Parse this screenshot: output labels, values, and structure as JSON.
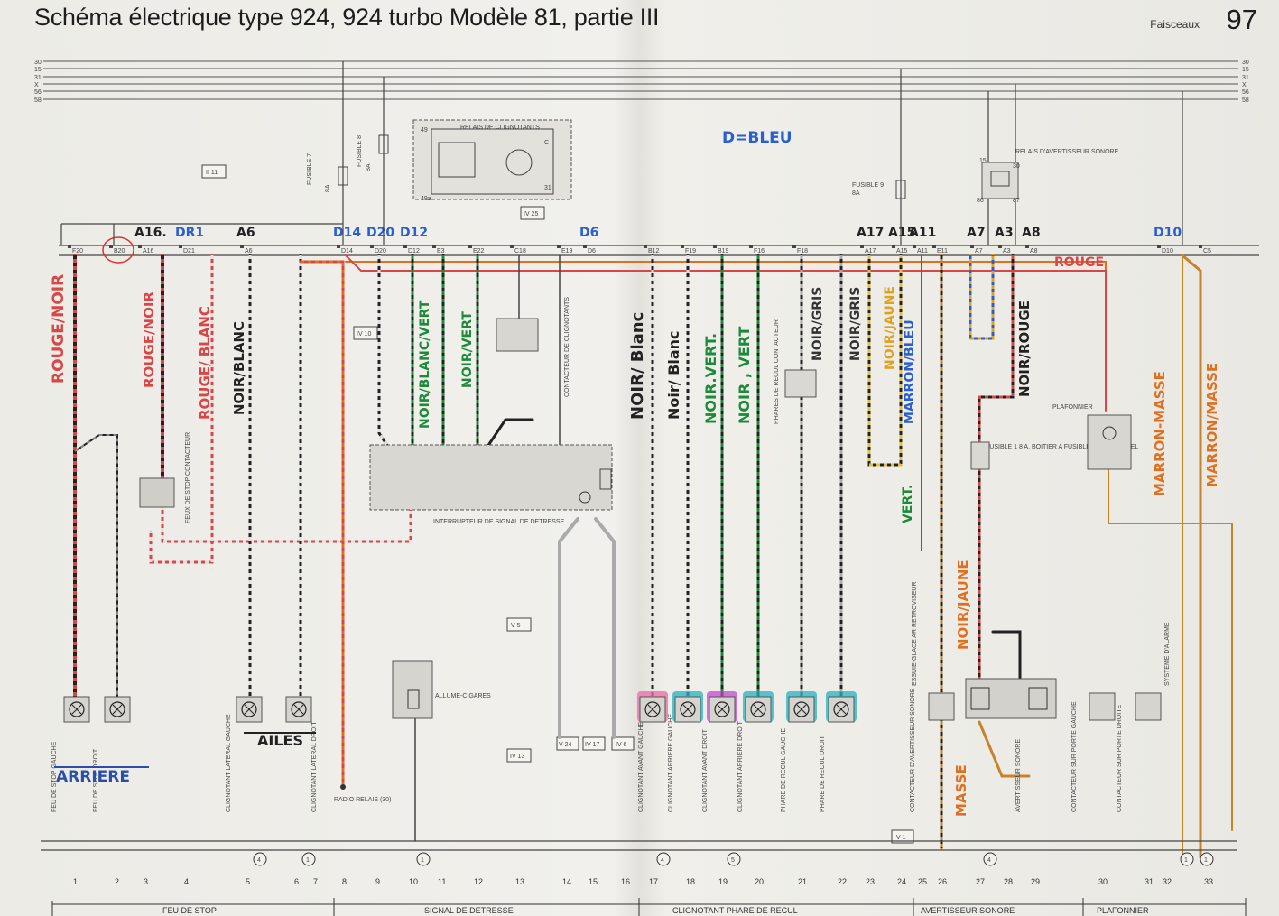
{
  "header": {
    "title": "Schéma électrique type  924, 924 turbo  Modèle  81, partie III",
    "section": "Faisceaux",
    "page": "97"
  },
  "rails": [
    "30",
    "15",
    "31",
    "X",
    "56",
    "58"
  ],
  "fuse_box": {
    "terminals": [
      {
        "id": "F20",
        "hand": "",
        "col": "1"
      },
      {
        "id": "B20",
        "hand": "",
        "col": "2"
      },
      {
        "id": "A16",
        "hand": "A16.",
        "col": "3"
      },
      {
        "id": "D21",
        "hand": "DR1",
        "col": "4"
      },
      {
        "id": "A6",
        "hand": "A6",
        "col": "5"
      },
      {
        "id": "D14",
        "hand": "D14",
        "col": "8"
      },
      {
        "id": "D20",
        "hand": "D20",
        "col": "9"
      },
      {
        "id": "D12",
        "hand": "D12",
        "col": "10"
      },
      {
        "id": "E3",
        "hand": "",
        "col": "11"
      },
      {
        "id": "E22",
        "hand": "",
        "col": "12"
      },
      {
        "id": "C18",
        "hand": "",
        "col": "13"
      },
      {
        "id": "E19",
        "hand": "",
        "col": "14"
      },
      {
        "id": "D6",
        "hand": "D6",
        "col": "15"
      },
      {
        "id": "B12",
        "hand": "",
        "col": "17"
      },
      {
        "id": "F19",
        "hand": "",
        "col": "18"
      },
      {
        "id": "B19",
        "hand": "",
        "col": "19"
      },
      {
        "id": "F16",
        "hand": "",
        "col": "20"
      },
      {
        "id": "F18",
        "hand": "",
        "col": "21"
      },
      {
        "id": "A17",
        "hand": "A17",
        "col": "23"
      },
      {
        "id": "A15",
        "hand": "A15",
        "col": "24"
      },
      {
        "id": "A11",
        "hand": "A11",
        "col": "25"
      },
      {
        "id": "E11",
        "hand": "",
        "col": "26"
      },
      {
        "id": "A7",
        "hand": "A7",
        "col": "27"
      },
      {
        "id": "A3",
        "hand": "A3",
        "col": "28"
      },
      {
        "id": "A8",
        "hand": "A8",
        "col": "29"
      },
      {
        "id": "D10",
        "hand": "D10",
        "col": "32"
      },
      {
        "id": "C5",
        "hand": "",
        "col": "33"
      }
    ]
  },
  "components": {
    "relais_clignotants": "RELAIS DE CLIGNOTANTS",
    "relais_avertisseur": "RELAIS D'AVERTISSEUR SONORE",
    "fusible7": "FUSIBLE 7",
    "fusible8": "FUSIBLE 8",
    "fusible9": "FUSIBLE 9",
    "amp8": "8A",
    "interrupteur_detresse": "INTERRUPTEUR DE SIGNAL DE DETRESSE",
    "contacteur_clignotants": "CONTACTEUR DE CLIGNOTANTS",
    "feux_de_stop_contacteur": "FEUX DE STOP CONTACTEUR",
    "allume_cigares": "ALLUME-CIGARES",
    "radio_relais": "RADIO RELAIS (30)",
    "fusible1_boitier": "FUSIBLE 1  8 A. BOITIER A FUSIBLES ADDITIONNEL",
    "plafonnier": "PLAFONNIER",
    "phares_recul_contacteur": "PHARES DE RECUL CONTACTEUR",
    "essuie_glace": "ESSUIE-GLACE AR RETROVISEUR",
    "systeme_alarme": "SYSTEME D'ALARME"
  },
  "consumers": [
    {
      "label": "FEU DE STOP GAUCHE"
    },
    {
      "label": "FEU DE STOP DROIT"
    },
    {
      "label": "CLIGNOTANT LATERAL GAUCHE"
    },
    {
      "label": "CLIGNOTANT LATERAL DROIT"
    },
    {
      "label": "CLIGNOTANT AVANT GAUCHE"
    },
    {
      "label": "CLIGNOTANT ARRIERE GAUCHE"
    },
    {
      "label": "CLIGNOTANT AVANT DROIT"
    },
    {
      "label": "CLIGNOTANT ARRIERE DROIT"
    },
    {
      "label": "PHARE DE RECUL GAUCHE"
    },
    {
      "label": "PHARE DE RECUL DROIT"
    },
    {
      "label": "CONTACTEUR D'AVERTISSEUR SONORE"
    },
    {
      "label": "AVERTISSEUR SONORE"
    },
    {
      "label": "CONTACTEUR SUR PORTE GAUCHE"
    },
    {
      "label": "CONTACTEUR SUR PORTE DROITE"
    }
  ],
  "refs": {
    "r1": "II 11",
    "r2": "IV 25",
    "r3": "IV 10",
    "r4": "V 5",
    "r5": "IV 13",
    "r6": "V 24",
    "r7": "IV 17",
    "r8": "IV 6",
    "r9": "V 1"
  },
  "column_numbers": [
    "1",
    "2",
    "3",
    "4",
    "5",
    "6",
    "7",
    "8",
    "9",
    "10",
    "11",
    "12",
    "13",
    "14",
    "15",
    "16",
    "17",
    "18",
    "19",
    "20",
    "21",
    "22",
    "23",
    "24",
    "25",
    "26",
    "27",
    "28",
    "29",
    "30",
    "31",
    "32",
    "33"
  ],
  "bottom_sections": [
    "FEU DE STOP",
    "SIGNAL DE DETRESSE",
    "CLIGNOTANT PHARE DE RECUL",
    "AVERTISSEUR SONORE",
    "PLAFONNIER"
  ],
  "annotations": {
    "d_bleu": "D=BLEU",
    "rouge_noir": "ROUGE/NOIR",
    "rouge_noir2": "ROUGE/NOIR",
    "rouge_blanc": "ROUGE/ BLANC",
    "noir_blanc": "NOIR/BLANC",
    "noir_blanc_vert": "NOIR/BLANC/VERT",
    "noir_vert": "NOIR/VERT",
    "noir_blanc2": "NOIR/ Blanc",
    "noir_blanc3": "Noir/ Blanc",
    "noir_vert2": "NOIR.VERT.",
    "noir_vert3": "NOIR , VERT",
    "noir_gris": "NOIR/GRIS",
    "noir_gris2": "NOIR/GRIS",
    "noir_jaune": "NOIR/JAUNE",
    "marron_bleu": "MARRON/BLEU",
    "noir_rouge": "NOIR/ROUGE",
    "rouge": "ROUGE",
    "vert": "VERT.",
    "noir_jaune2": "NOIR/JAUNE",
    "marron_masse": "MARRON-MASSE",
    "marron_masse2": "MARRON/MASSE",
    "masse": "MASSE",
    "arriere": "ARRIERE",
    "ailes": "AILES"
  }
}
